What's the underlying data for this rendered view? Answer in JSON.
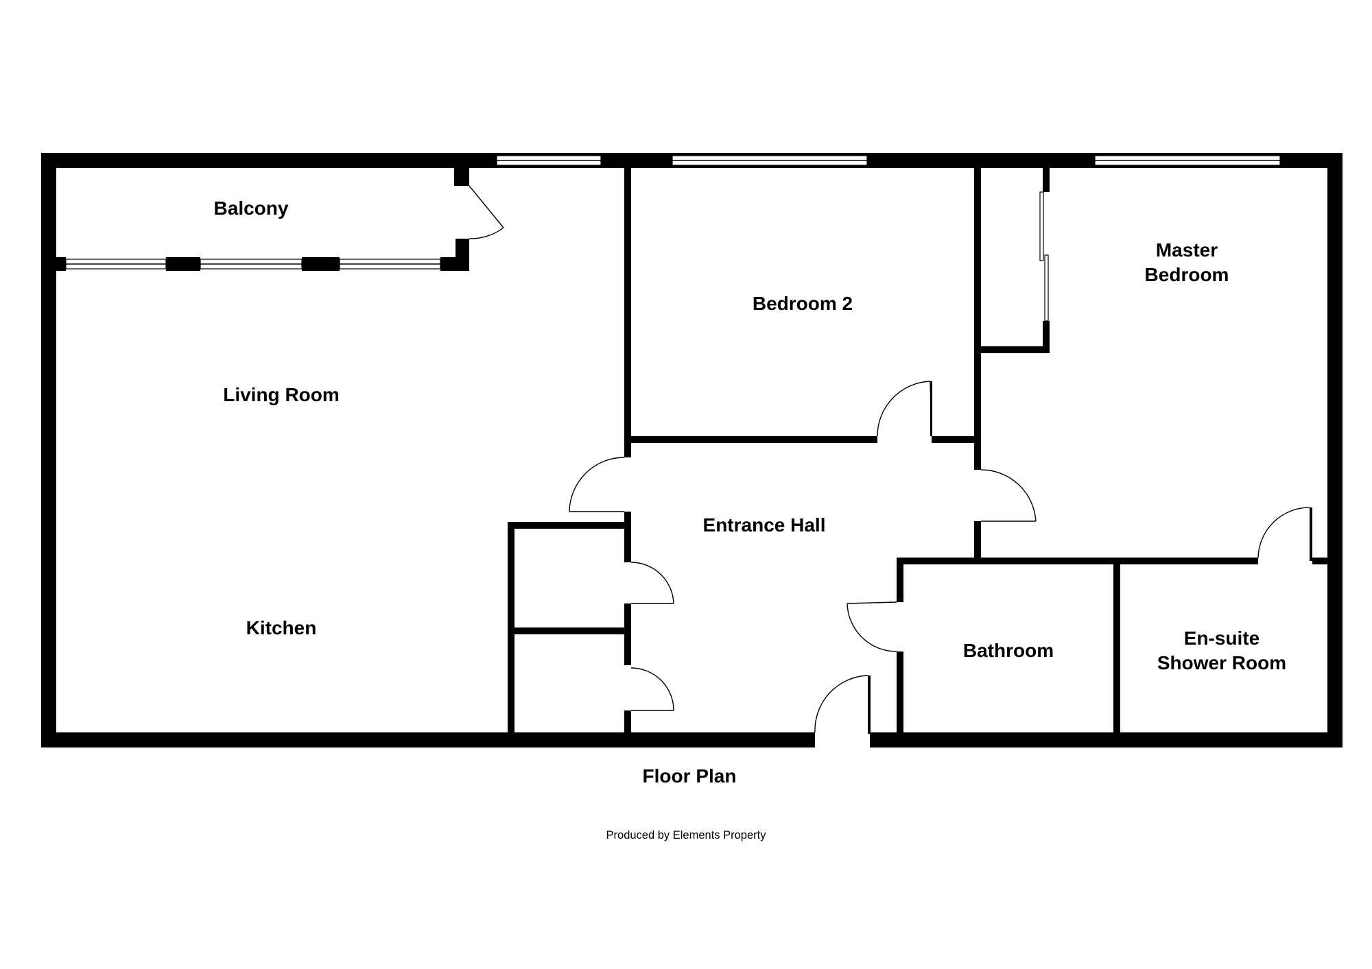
{
  "rooms": {
    "balcony": "Balcony",
    "living_room": "Living Room",
    "kitchen": "Kitchen",
    "bedroom_2": "Bedroom 2",
    "master_bedroom": [
      "Master",
      "Bedroom"
    ],
    "entrance_hall": "Entrance Hall",
    "bathroom": "Bathroom",
    "ensuite": [
      "En-suite",
      "Shower Room"
    ]
  },
  "caption": "Floor Plan",
  "credit": "Produced by Elements Property",
  "colors": {
    "wall": "#000000",
    "background": "#ffffff"
  }
}
